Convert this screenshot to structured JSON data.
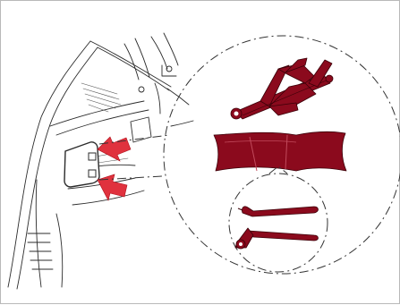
{
  "diagram": {
    "kind": "spare-tire-tool-location",
    "components": [
      "trunk-side-panel",
      "access-cover",
      "scissor-jack",
      "tool-bag",
      "tire-lever",
      "lug-wrench"
    ],
    "colors": {
      "tools": "#8b0a1d",
      "arrows": "#e0323e",
      "outline": "#2b2b2b",
      "frame": "#b9b9b9"
    },
    "arrow_count": 2
  }
}
